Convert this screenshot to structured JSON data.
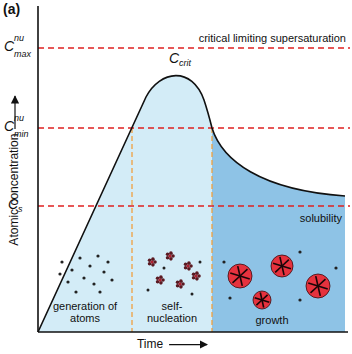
{
  "diagram": {
    "labels": [
      "(a)",
      "C",
      "nu",
      "max",
      "critical limiting supersaturation",
      "C",
      "crit",
      "C",
      "nu",
      "min",
      "C",
      "s",
      "solubility",
      "generation of atoms",
      "self- nucleation",
      "growth",
      "Atomic concentration",
      "Time"
    ]
  }
}
